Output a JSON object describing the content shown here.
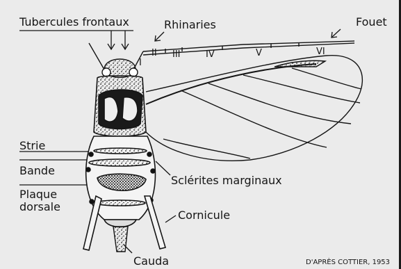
{
  "labels": {
    "tubercules_frontaux": "Tubercules frontaux",
    "rhinaries": "Rhinaries",
    "fouet": "Fouet",
    "strie": "Strie",
    "bande": "Bande",
    "plaque_line1": "Plaque",
    "plaque_line2": "dorsale",
    "sclerites": "Sclérites marginaux",
    "cornicule": "Cornicule",
    "cauda": "Cauda",
    "credit": "D'APRÈS COTTIER, 1953"
  },
  "antenna_segments": [
    "I",
    "II",
    "III",
    "IV",
    "V",
    "VI"
  ],
  "colors": {
    "ink": "#151515",
    "paper": "#ebebeb"
  }
}
